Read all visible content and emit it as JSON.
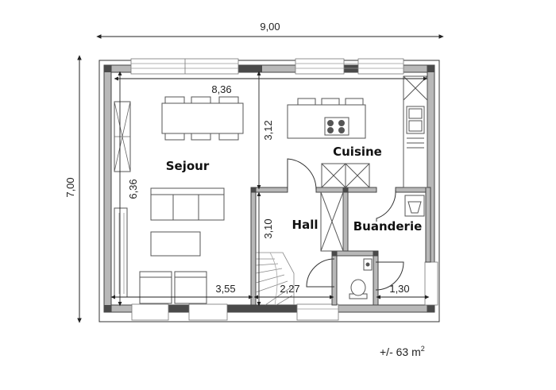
{
  "dimensions": {
    "overall_width": "9,00",
    "overall_depth": "7,00",
    "sejour_width": "8,36",
    "sejour_depth": "6,36",
    "cuisine_depth": "3,12",
    "hall_depth": "3,10",
    "sejour_bottom_width": "3,55",
    "hall_width": "2,27",
    "buanderie_width": "1,30"
  },
  "rooms": {
    "sejour": "Sejour",
    "cuisine": "Cuisine",
    "hall": "Hall",
    "buanderie": "Buanderie"
  },
  "area": {
    "label": "+/- 63 m",
    "unit_sup": "2"
  },
  "colors": {
    "wall_outer": "#4a4a4a",
    "wall_fill": "#b8b8b8",
    "line": "#333333",
    "furniture": "#555555"
  }
}
